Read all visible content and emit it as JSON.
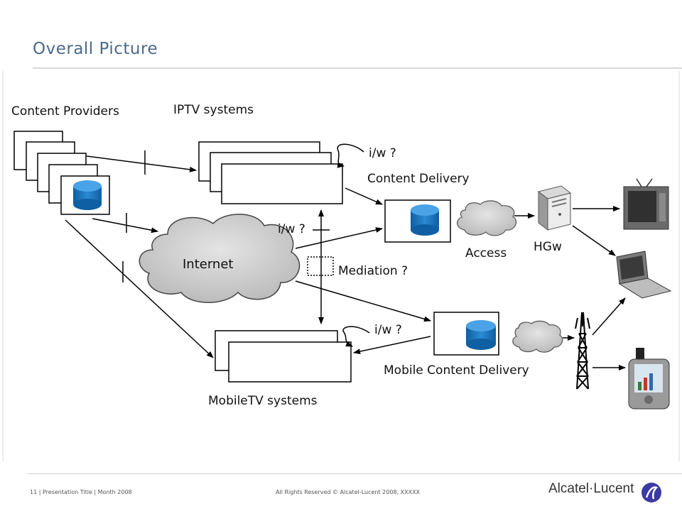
{
  "slide": {
    "title": "Overall Picture",
    "footer_left": "11 | Presentation Title | Month 2008",
    "footer_center": "All Rights Reserved © Alcatel-Lucent 2008, XXXXX",
    "logo_text": "Alcatel·Lucent"
  },
  "labels": {
    "content_providers": "Content Providers",
    "iptv_systems": "IPTV systems",
    "iw_top": "i/w ?",
    "content_delivery": "Content Delivery",
    "iw_mid": "i/w ?",
    "internet": "Internet",
    "mediation": "Mediation ?",
    "access": "Access",
    "hgw": "HGw",
    "iw_bottom": "i/w ?",
    "mobile_content_delivery": "Mobile Content Delivery",
    "mobiletv_systems": "MobileTV systems"
  },
  "colors": {
    "title": "#4a6a8a",
    "cylinder": "#1e74b8",
    "cloud": "#cfcfcf",
    "logo_mark": "#3b3aa3"
  }
}
